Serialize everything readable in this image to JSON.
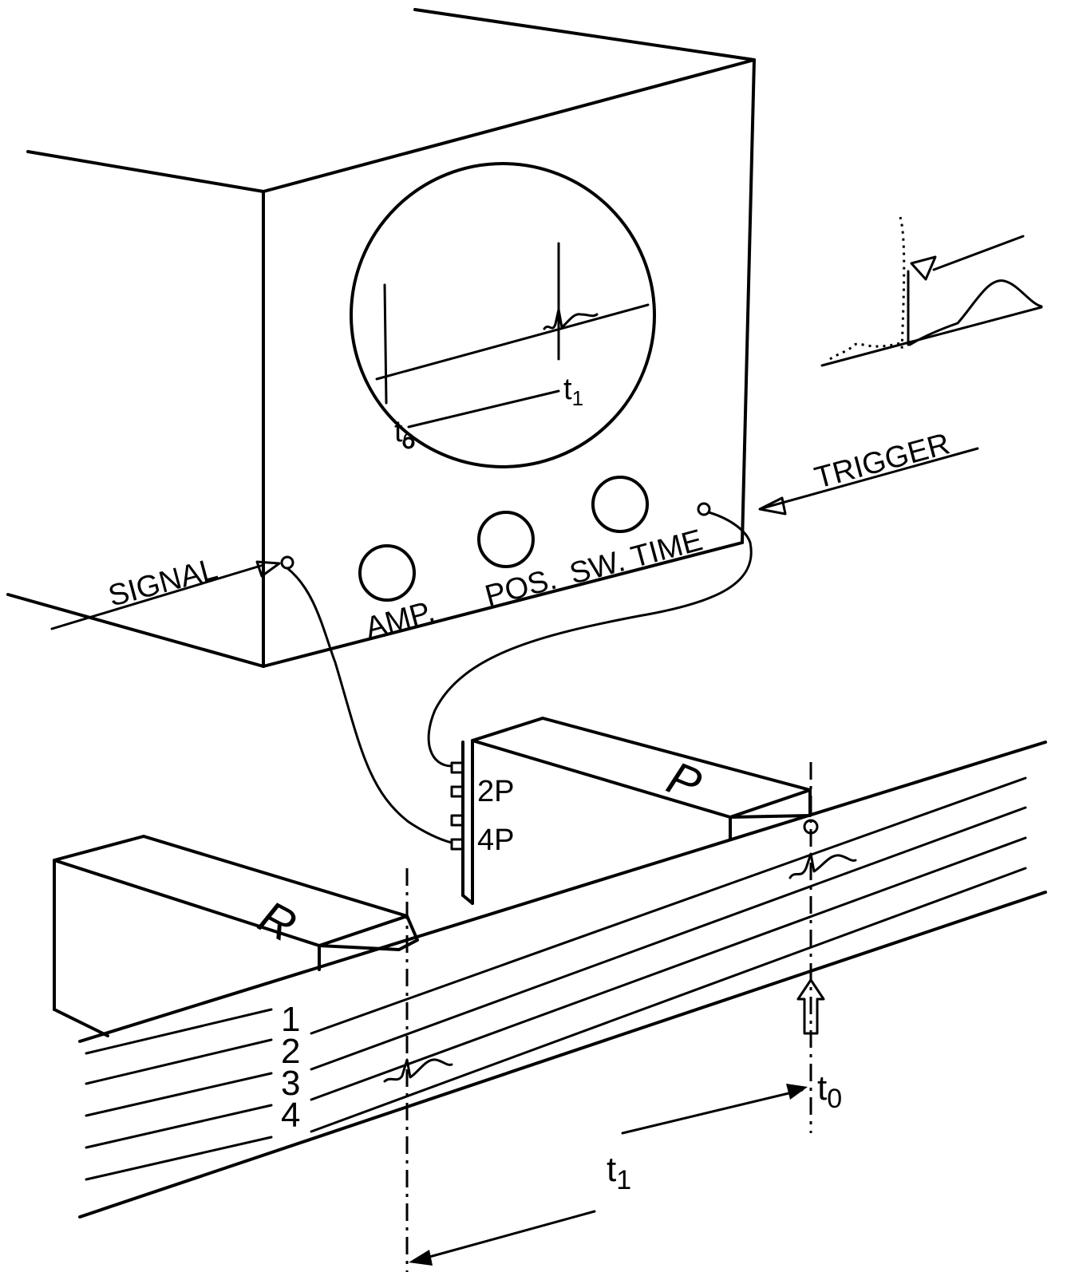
{
  "labels": {
    "signal": "SIGNAL",
    "trigger": "TRIGGER",
    "amp": "AMP.",
    "pos": "POS.",
    "sw_time": "SW. TIME",
    "screen_t0": "t",
    "screen_t0_sub": "0",
    "screen_t1": "t",
    "screen_t1_sub": "1",
    "probe_r": "R",
    "probe_p": "P",
    "tap_2p": "2P",
    "tap_4p": "4P",
    "line_1": "1",
    "line_2": "2",
    "line_3": "3",
    "line_4": "4",
    "bottom_t0": "t",
    "bottom_t0_sub": "0",
    "bottom_t1": "t",
    "bottom_t1_sub": "1"
  }
}
